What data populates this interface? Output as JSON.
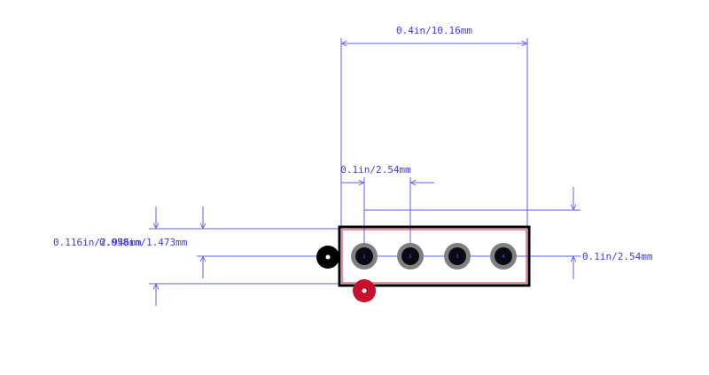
{
  "dimensions": {
    "overall_width": "0.4in/10.16mm",
    "pitch": "0.1in/2.54mm",
    "body_height": "0.116in/2.946mm",
    "pin_offset": "0.058in/1.473mm",
    "row_pitch_right": "0.1in/2.54mm"
  },
  "pins": [
    {
      "label": "1"
    },
    {
      "label": "2"
    },
    {
      "label": "3"
    },
    {
      "label": "4"
    }
  ],
  "colors": {
    "dimension_line": "#5f5fef",
    "body_outline": "#000000",
    "body_inner": "#cc2244",
    "pad_ring": "#808080",
    "drill": "#0a0a14",
    "pin1_marker": "#c8102e",
    "origin_marker": "#000000"
  }
}
